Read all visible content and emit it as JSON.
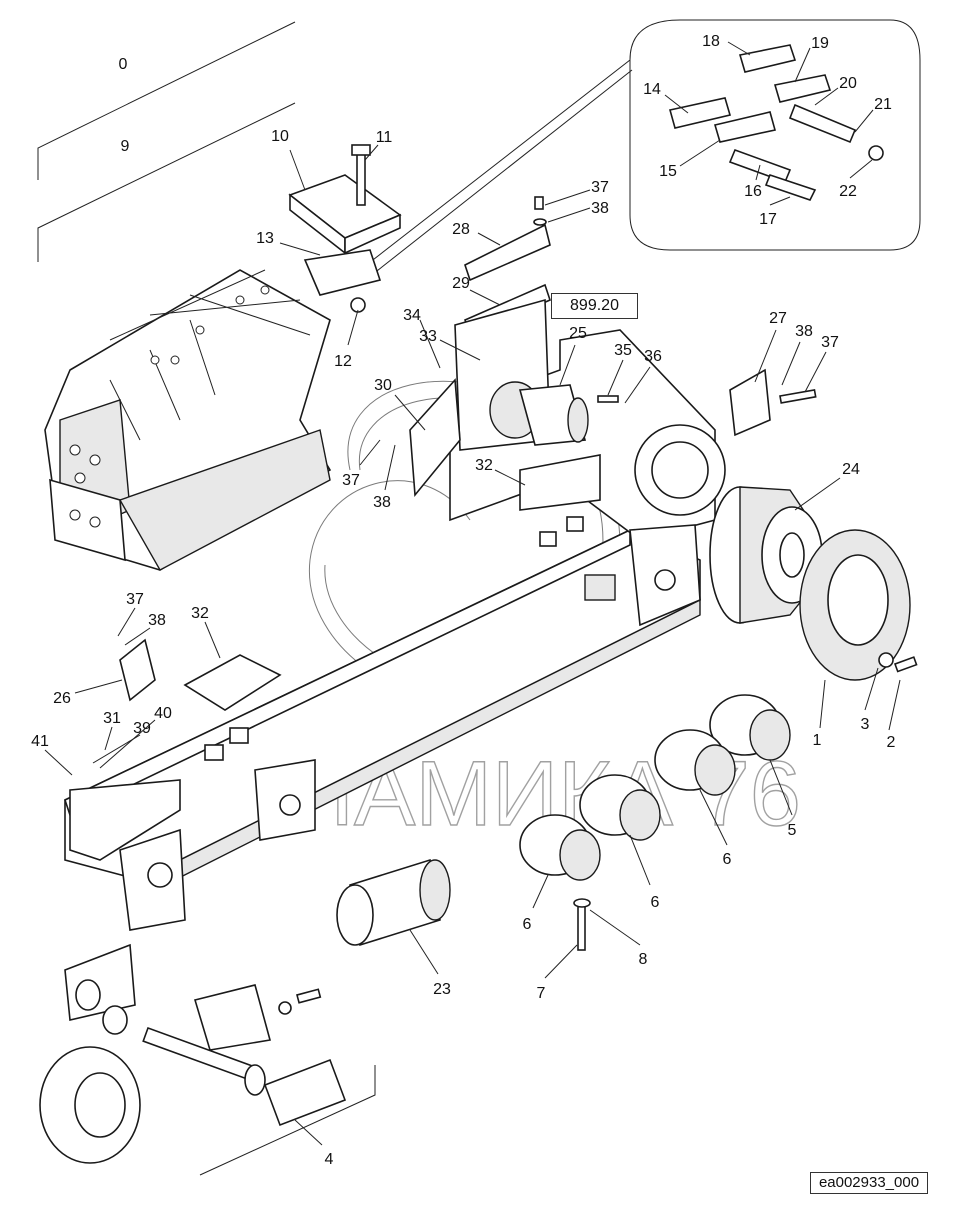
{
  "diagram": {
    "reference_box": "899.20",
    "drawing_id": "ea002933_000",
    "watermark": "ДИНАМИКА 76",
    "callouts": [
      "0",
      "9",
      "10",
      "11",
      "13",
      "12",
      "18",
      "19",
      "14",
      "20",
      "21",
      "15",
      "16",
      "22",
      "17",
      "37",
      "38",
      "28",
      "29",
      "34",
      "33",
      "25",
      "35",
      "36",
      "27",
      "38",
      "37",
      "30",
      "32",
      "37",
      "38",
      "24",
      "37",
      "38",
      "32",
      "26",
      "31",
      "40",
      "39",
      "41",
      "1",
      "3",
      "2",
      "5",
      "6",
      "6",
      "6",
      "8",
      "7",
      "23",
      "4"
    ]
  }
}
